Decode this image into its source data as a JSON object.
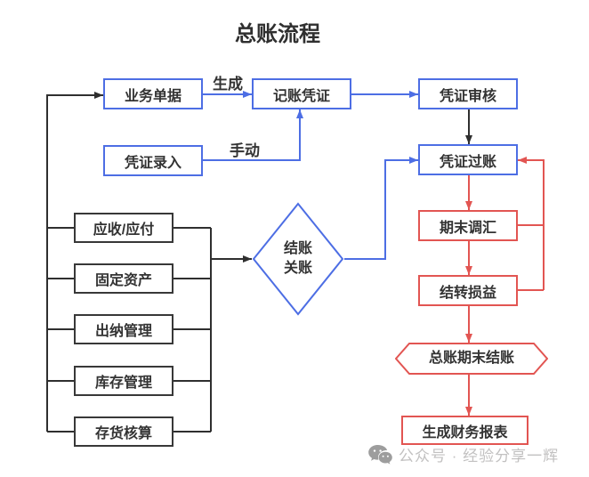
{
  "title": "总账流程",
  "flow_top": {
    "business_doc": "业务单据",
    "accounting_voucher": "记账凭证",
    "voucher_review": "凭证审核",
    "voucher_entry": "凭证录入",
    "voucher_posting": "凭证过账",
    "label_generate": "生成",
    "label_manual": "手动"
  },
  "modules": {
    "receivable_payable": "应收/应付",
    "fixed_assets": "固定资产",
    "cashier_mgmt": "出纳管理",
    "inventory_mgmt": "库存管理",
    "stock_accounting": "存货核算"
  },
  "closing_decision": {
    "line1": "结账",
    "line2": "关账"
  },
  "period_end": {
    "exchange_adjust": "期末调汇",
    "carryover_pl": "结转损益",
    "gl_period_close": "总账期末结账",
    "generate_reports": "生成财务报表"
  },
  "watermark": {
    "text": "公众号 · 经验分享一辉"
  },
  "colors": {
    "blue": "#4d6ee4",
    "red": "#e25552",
    "black_line": "#2f2f2f",
    "node_text": "#333333",
    "watermark_text": "#c2c1c1",
    "watermark_icon": "#9d9d9d"
  }
}
